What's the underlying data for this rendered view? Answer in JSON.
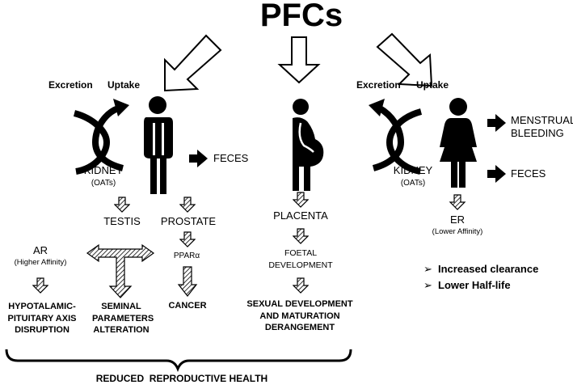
{
  "title": "PFCs",
  "male": {
    "excretion": "Excretion",
    "uptake": "Uptake",
    "kidney": "KIDNEY",
    "oats": "(OATs)",
    "feces": "FECES",
    "testis": "TESTIS",
    "prostate": "PROSTATE",
    "ppar": "PPARα",
    "cancer": "CANCER",
    "ar": "AR",
    "ar_affinity": "(Higher Affinity)",
    "hpa": [
      "HYPOTALAMIC-",
      "PITUITARY AXIS",
      "DISRUPTION"
    ],
    "seminal": [
      "SEMINAL",
      "PARAMETERS",
      "ALTERATION"
    ]
  },
  "pregnant": {
    "placenta": "PLACENTA",
    "foetal": [
      "FOETAL",
      "DEVELOPMENT"
    ],
    "sexual": [
      "SEXUAL DEVELOPMENT",
      "AND MATURATION",
      "DERANGEMENT"
    ]
  },
  "female": {
    "excretion": "Excretion",
    "uptake": "Uptake",
    "kidney": "KIDNEY",
    "oats": "(OATs)",
    "menstrual": [
      "MENSTRUAL",
      "BLEEDING"
    ],
    "feces": "FECES",
    "er": "ER",
    "er_affinity": "(Lower Affinity)",
    "bullets": [
      "Increased clearance",
      "Lower Half-life"
    ]
  },
  "footer": "REDUCED  REPRODUCTIVE HEALTH",
  "colors": {
    "ink": "#000000",
    "background": "#ffffff"
  },
  "icons": [
    "hollow-arrow-icon",
    "curved-arrow-icon",
    "male-figure-icon",
    "pregnant-figure-icon",
    "female-figure-icon",
    "hatched-arrow-icon",
    "solid-arrow-icon",
    "brace-icon"
  ]
}
